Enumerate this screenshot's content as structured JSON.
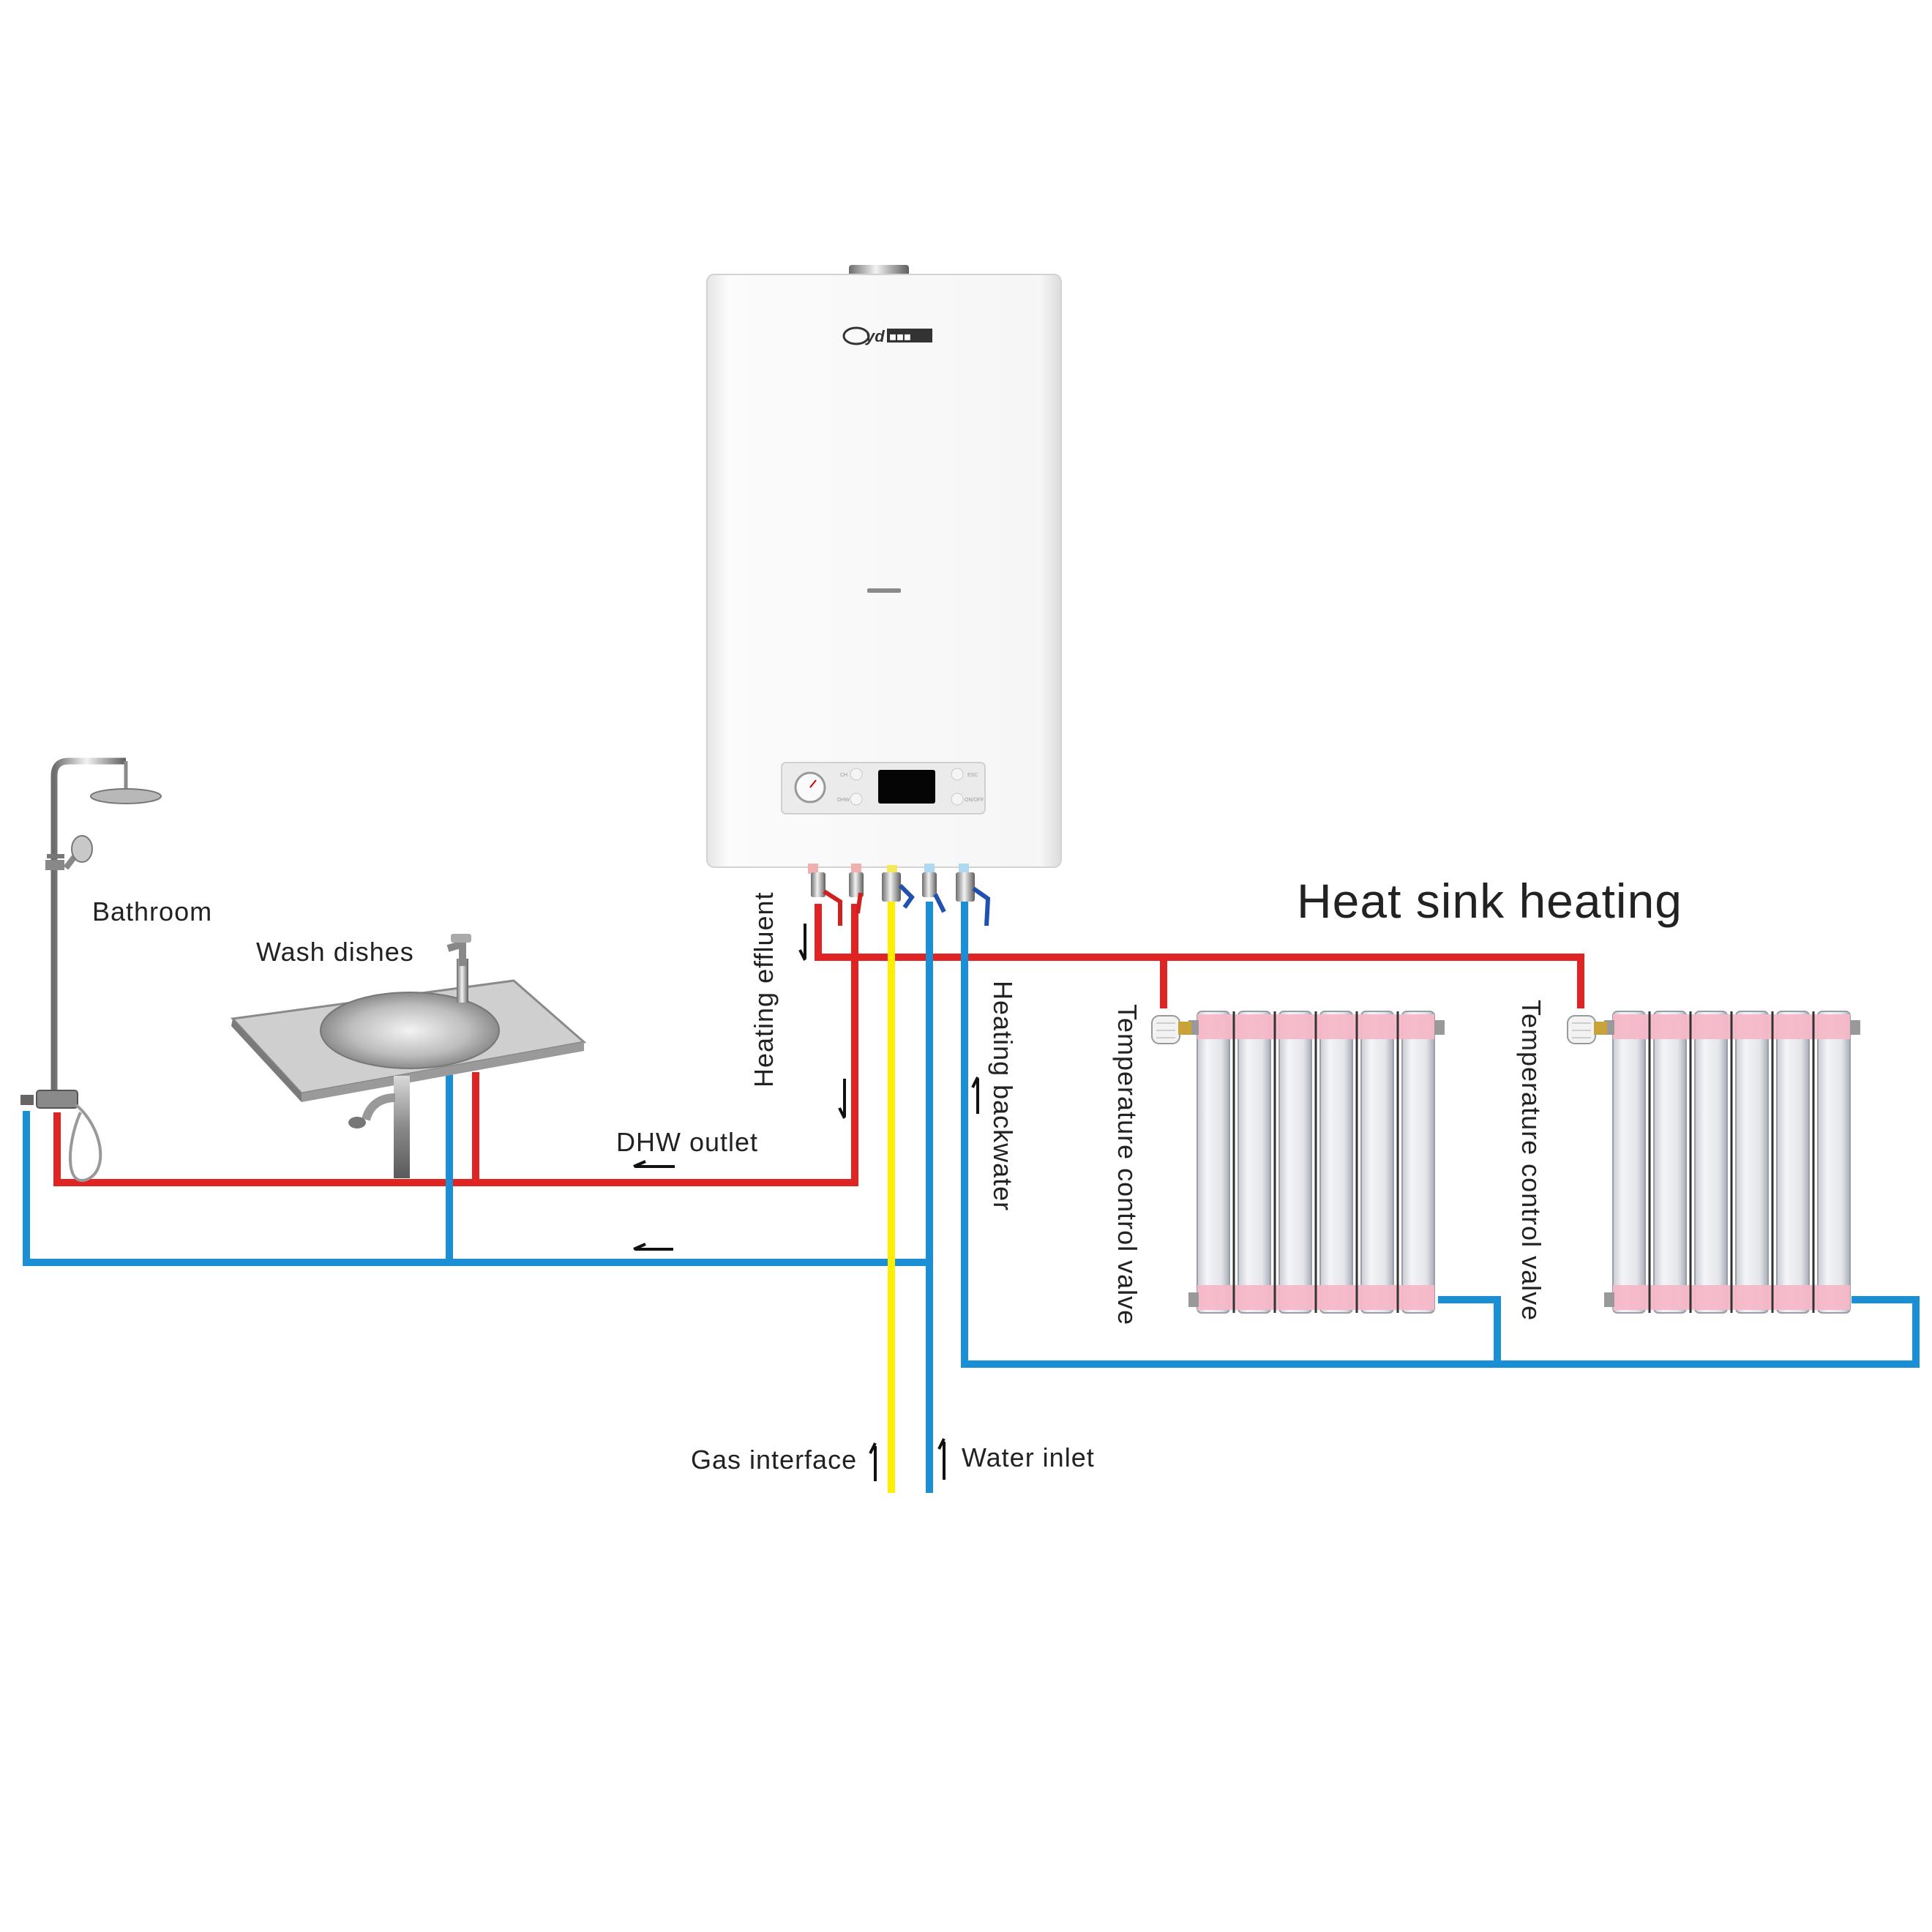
{
  "diagram": {
    "title": "Heat sink heating",
    "labels": {
      "bathroom": "Bathroom",
      "wash_dishes": "Wash dishes",
      "heating_effluent": "Heating  effluent",
      "heating_backwater": "Heating  backwater",
      "dhw_outlet": "DHW outlet",
      "gas_interface": "Gas interface",
      "water_inlet": "Water inlet",
      "temp_valve_1": "Temperature control valve",
      "temp_valve_2": "Temperature control valve"
    },
    "boiler": {
      "brand": "Cyd",
      "panel_labels": [
        "CH",
        "DHW",
        "ESC",
        "ON/OFF"
      ]
    },
    "colors": {
      "hot_pipe": "#e02424",
      "cold_pipe": "#1a8fd6",
      "gas_pipe": "#ffee00",
      "radiator_band": "#f5b8c8",
      "boiler_body": "#f4f4f4"
    }
  }
}
